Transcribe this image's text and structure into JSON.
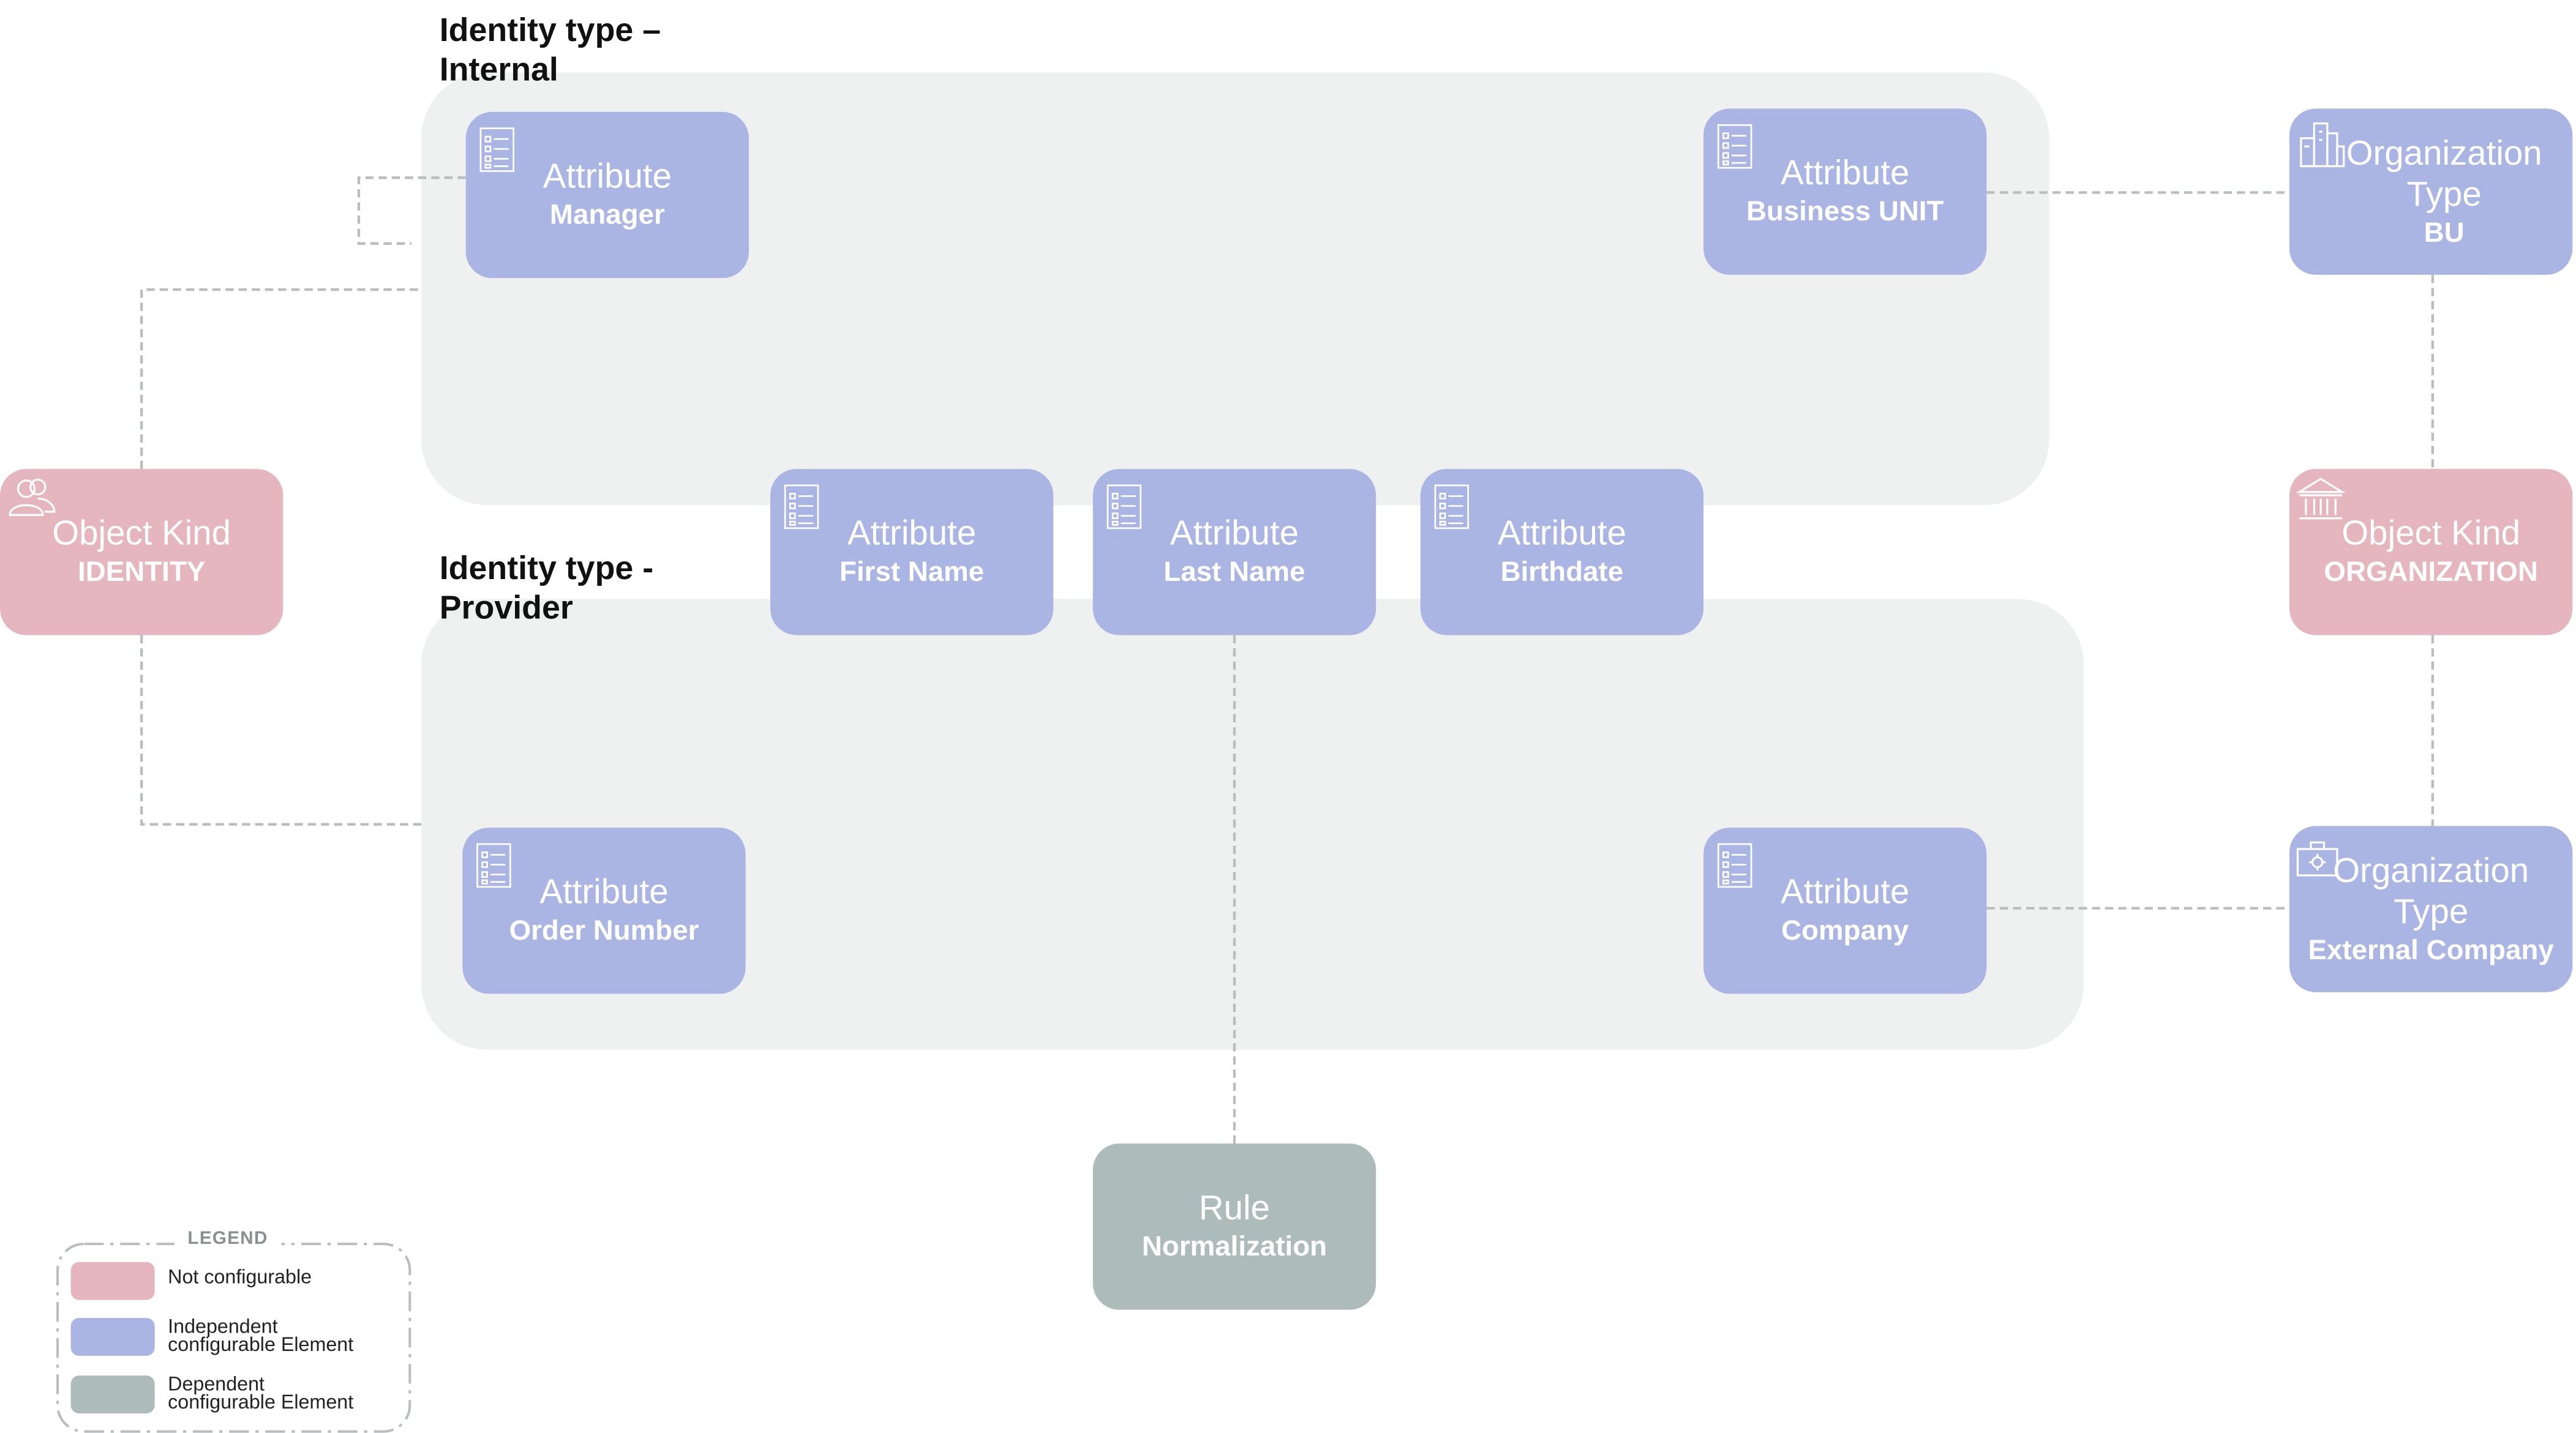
{
  "groups": {
    "internal": {
      "title": "Identity type –\nInternal"
    },
    "provider": {
      "title": "Identity type -\nProvider"
    }
  },
  "nodes": {
    "manager": {
      "kind": "Attribute",
      "name": "Manager",
      "icon": "list-icon",
      "color": "#abb5e3"
    },
    "business_unit": {
      "kind": "Attribute",
      "name": "Business UNIT",
      "icon": "list-icon",
      "color": "#abb5e3"
    },
    "org_type_bu": {
      "kind": "Organization\nType",
      "name": "BU",
      "icon": "buildings-icon",
      "color": "#abb5e3"
    },
    "object_kind_identity": {
      "kind": "Object Kind",
      "name": "IDENTITY",
      "icon": "users-icon",
      "color": "#e5b6bd"
    },
    "first_name": {
      "kind": "Attribute",
      "name": "First Name",
      "icon": "list-icon",
      "color": "#abb5e3"
    },
    "last_name": {
      "kind": "Attribute",
      "name": "Last Name",
      "icon": "list-icon",
      "color": "#abb5e3"
    },
    "birthdate": {
      "kind": "Attribute",
      "name": "Birthdate",
      "icon": "list-icon",
      "color": "#abb5e3"
    },
    "object_kind_org": {
      "kind": "Object Kind",
      "name": "ORGANIZATION",
      "icon": "bank-icon",
      "color": "#e5b6bd"
    },
    "order_number": {
      "kind": "Attribute",
      "name": "Order Number",
      "icon": "list-icon",
      "color": "#abb5e3"
    },
    "company": {
      "kind": "Attribute",
      "name": "Company",
      "icon": "list-icon",
      "color": "#abb5e3"
    },
    "org_type_ext": {
      "kind": "Organization\nType",
      "name": "External Company",
      "icon": "briefcase-icon",
      "color": "#abb5e3"
    },
    "rule_normalization": {
      "kind": "Rule",
      "name": "Normalization",
      "color": "#adbcba"
    }
  },
  "legend": {
    "title": "LEGEND",
    "items": [
      {
        "label": "Not configurable",
        "color": "#e5b6bd"
      },
      {
        "label": "Independent\nconfigurable Element",
        "color": "#abb5e3"
      },
      {
        "label": "Dependent\nconfigurable Element",
        "color": "#adbcba"
      }
    ]
  },
  "colors": {
    "group_background": "#eff1f1",
    "connector": "#b9bdbe"
  }
}
